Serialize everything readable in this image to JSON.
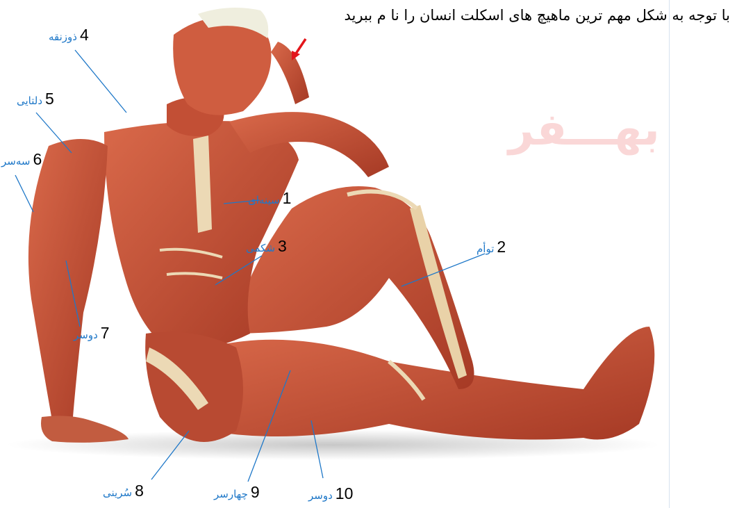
{
  "question": "با توجه به شکل مهم ترین ماهیچ های اسکلت انسان را نا م ببرید",
  "watermark": "بهـــفر",
  "labels": [
    {
      "num": "1",
      "name": "سینه‌ای"
    },
    {
      "num": "2",
      "name": "توأم"
    },
    {
      "num": "3",
      "name": "شکمی"
    },
    {
      "num": "4",
      "name": "ذوزنقه"
    },
    {
      "num": "5",
      "name": "دلتایی"
    },
    {
      "num": "6",
      "name": "سه‌سر"
    },
    {
      "num": "7",
      "name": "دوسر"
    },
    {
      "num": "8",
      "name": "سُرینی"
    },
    {
      "num": "9",
      "name": "چهارسر"
    },
    {
      "num": "10",
      "name": "دوسر"
    }
  ],
  "colors": {
    "label_text": "#1f78c8",
    "leader_line": "#1f78c8",
    "arrow": "#e3161b",
    "muscle": "#c9553c"
  }
}
